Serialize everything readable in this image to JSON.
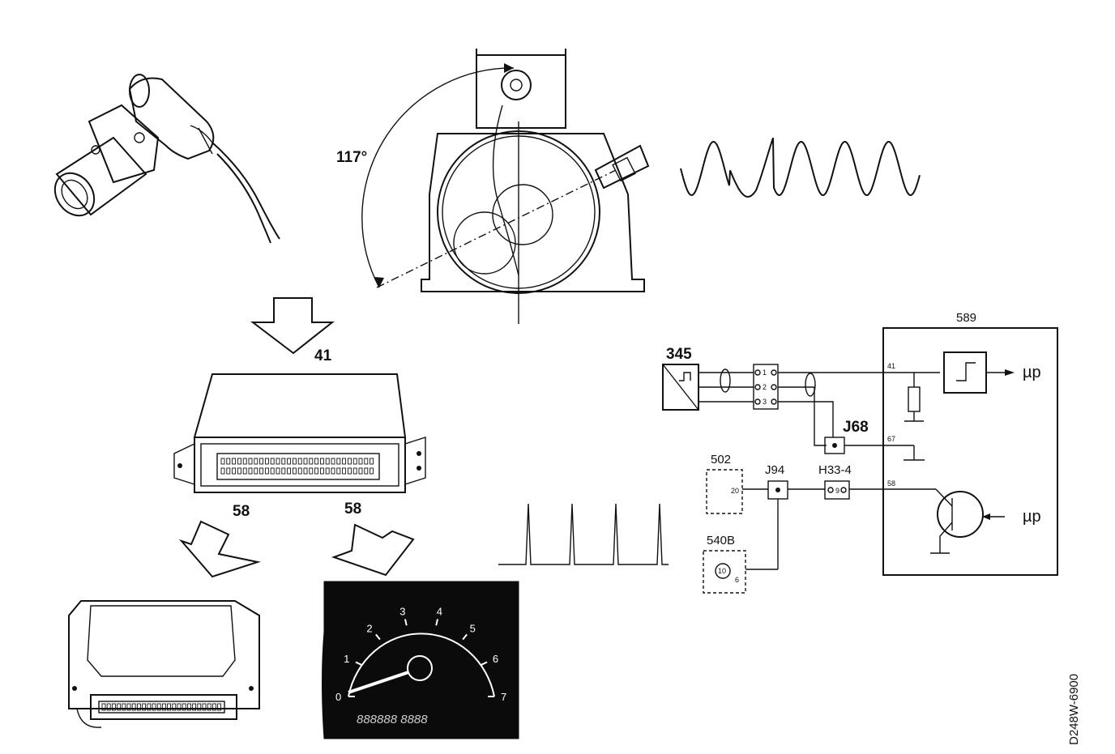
{
  "diagram": {
    "angle_label": "117°",
    "ecu_label": "41",
    "output_left_label": "58",
    "output_right_label": "58",
    "gauge": {
      "ticks": [
        "0",
        "1",
        "2",
        "3",
        "4",
        "5",
        "6",
        "7"
      ],
      "odometer": "888888 8888"
    },
    "schematic": {
      "sensor": "345",
      "control_unit": "589",
      "junction_j68": "J68",
      "junction_j94": "J94",
      "connector_h33": "H33-4",
      "module_502": "502",
      "module_540b": "540B",
      "pin_41": "41",
      "pin_67": "67",
      "pin_58": "58",
      "pin_1": "1",
      "pin_2": "2",
      "pin_3": "3",
      "pin_20": "20",
      "pin_9": "9",
      "pin_10": "10",
      "pin_6": "6",
      "mu_top": "µp",
      "mu_bottom": "µp"
    },
    "figure_code": "D248W-6900"
  }
}
